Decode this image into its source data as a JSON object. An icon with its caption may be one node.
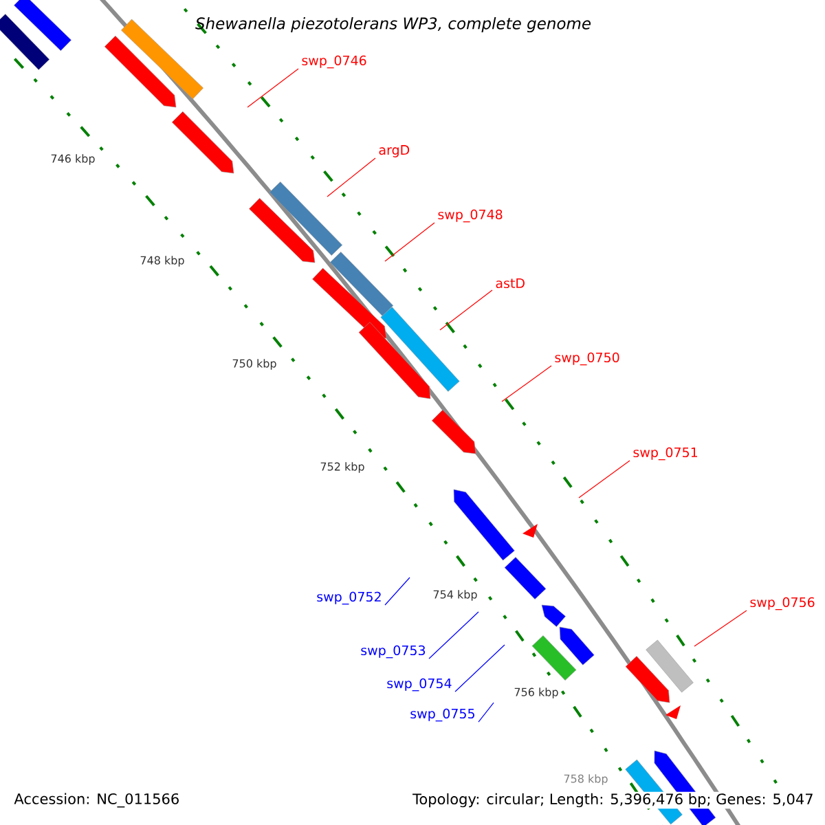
{
  "diagram": {
    "title": "Shewanella piezotolerans WP3, complete genome",
    "nodes": [
      {
        "text": [
          "swp_0746"
        ]
      },
      {
        "text": [
          "argD"
        ]
      },
      {
        "text": [
          "swp_0748"
        ]
      },
      {
        "text": [
          "astD"
        ]
      },
      {
        "text": [
          "swp_0750"
        ]
      },
      {
        "text": [
          "swp_0751"
        ]
      },
      {
        "text": [
          "swp_0752"
        ]
      },
      {
        "text": [
          "swp_0753"
        ]
      },
      {
        "text": [
          "swp_0754"
        ]
      },
      {
        "text": [
          "swp_0755"
        ]
      },
      {
        "text": [
          "swp_0756"
        ]
      }
    ],
    "edges": [
      {
        "from": 0,
        "to": null,
        "arrow": "none"
      },
      {
        "from": 1,
        "to": null,
        "arrow": "none"
      },
      {
        "from": 2,
        "to": null,
        "arrow": "none"
      },
      {
        "from": 3,
        "to": null,
        "arrow": "none"
      },
      {
        "from": 4,
        "to": null,
        "arrow": "none"
      },
      {
        "from": 5,
        "to": null,
        "arrow": "none"
      },
      {
        "from": 6,
        "to": null,
        "arrow": "none",
        "color": "#0000ff"
      },
      {
        "from": 7,
        "to": null,
        "arrow": "none",
        "color": "#0000ff"
      },
      {
        "from": 8,
        "to": null,
        "arrow": "none",
        "color": "#0000ff"
      },
      {
        "from": 9,
        "to": null,
        "arrow": "none",
        "color": "#0000ff"
      },
      {
        "from": 10,
        "to": null,
        "arrow": "none"
      }
    ],
    "labels": [
      "746 kbp",
      "748 kbp",
      "750 kbp",
      "752 kbp",
      "754 kbp",
      "756 kbp",
      "758 kbp",
      "Accession: NC_011566",
      "Topology: circular; Length: 5,396,476 bp; Genes: 5,047"
    ]
  }
}
